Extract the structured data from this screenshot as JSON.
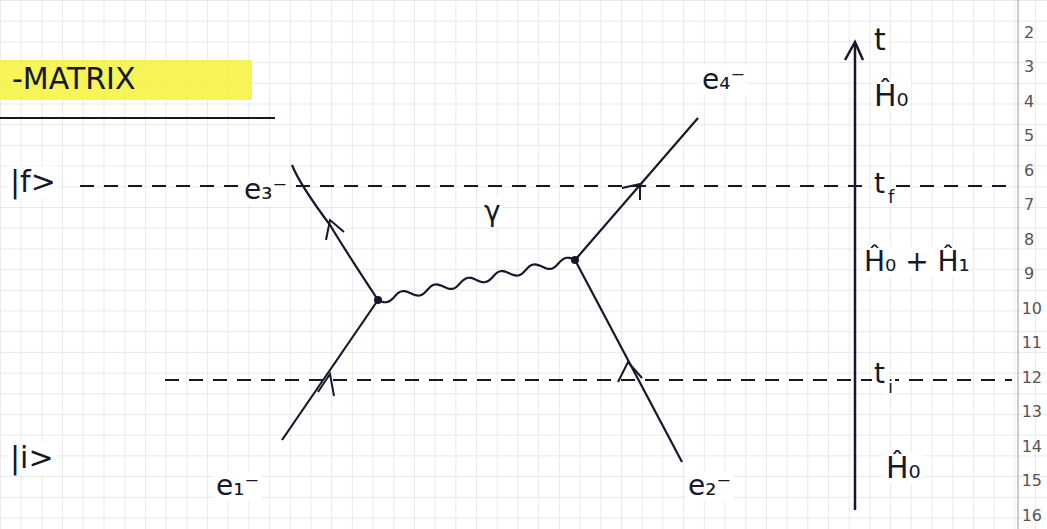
{
  "diagram": {
    "title": "-MATRIX",
    "labels": [
      "|f>",
      "e₃⁻",
      "γ",
      "e₄⁻",
      "e₁⁻",
      "e₂⁻",
      "|i>",
      "t",
      "Ĥ₀",
      "t",
      "f",
      "Ĥ₀ + Ĥ₁",
      "t",
      "i",
      "Ĥ₀",
      "2",
      "3",
      "4",
      "5",
      "6",
      "7",
      "8",
      "9",
      "10",
      "11",
      "12",
      "13",
      "14",
      "15",
      "16"
    ]
  }
}
